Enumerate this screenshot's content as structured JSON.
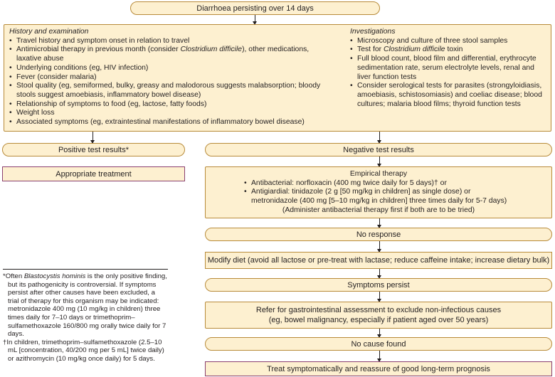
{
  "top_box": "Diarrhoea persisting over 14 days",
  "history": {
    "title": "History and examination",
    "items": [
      "Travel history and symptom onset in relation to travel",
      "Antimicrobial therapy in previous month (consider Clostridium difficile), other medications, laxative abuse",
      "Underlying conditions (eg, HIV infection)",
      "Fever (consider malaria)",
      "Stool quality (eg, semiformed, bulky, greasy and malodorous suggests malabsorption; bloody stools suggest amoebiasis, inflammatory bowel disease)",
      "Relationship of symptoms to food (eg, lactose, fatty foods)",
      "Weight loss",
      "Associated symptoms (eg, extraintestinal manifestations of inflammatory bowel disease)"
    ]
  },
  "investigations": {
    "title": "Investigations",
    "items": [
      "Microscopy and culture of three stool samples",
      "Test for Clostridium difficile toxin",
      "Full blood count, blood film and differential, erythrocyte sedimentation rate, serum electrolyte levels, renal and liver function tests",
      "Consider serological tests for parasites (strongyloidiasis, amoebiasis, schistosomiasis) and coeliac disease; blood cultures; malaria blood films; thyroid function tests"
    ]
  },
  "positive": "Positive test results*",
  "appropriate": "Appropriate treatment",
  "negative": "Negative test results",
  "empirical": {
    "title": "Empirical therapy",
    "items": [
      "Antibacterial: norfloxacin (400 mg twice daily for 5 days)† or",
      "Antigiardial: tinidazole (2 g [50 mg/kg in children] as single dose) or metronidazole (400 mg [5–10 mg/kg in children] three times daily for 5-7 days)"
    ],
    "note": "(Administer antibacterial therapy first if both are to be tried)"
  },
  "no_response": "No response",
  "modify_diet": "Modify diet (avoid all lactose or pre-treat with lactase; reduce caffeine intake; increase dietary bulk)",
  "symptoms_persist": "Symptoms persist",
  "refer": [
    "Refer for gastrointestinal assessment to exclude non-infectious causes",
    "(eg, bowel malignancy, especially if patient aged over 50 years)"
  ],
  "no_cause": "No cause found",
  "treat": "Treat symptomatically and reassure of good long-term prognosis",
  "footnotes": [
    "*Often Blastocystis hominis is the only positive finding, but its pathogenicity is controversial. If symptoms persist after other causes have been excluded, a trial of therapy for this organism may be indicated: metronidazole 400 mg (10 mg/kg in children) three times daily for 7–10 days or trimethoprim–sulfamethoxazole 160/800 mg orally twice daily for 7 days.",
    "†In children, trimethoprim–sulfamethoxazole (2.5–10 mL [concentration, 40/200 mg per 5 mL] twice daily) or azithromycin (10 mg/kg once daily) for 5 days."
  ]
}
